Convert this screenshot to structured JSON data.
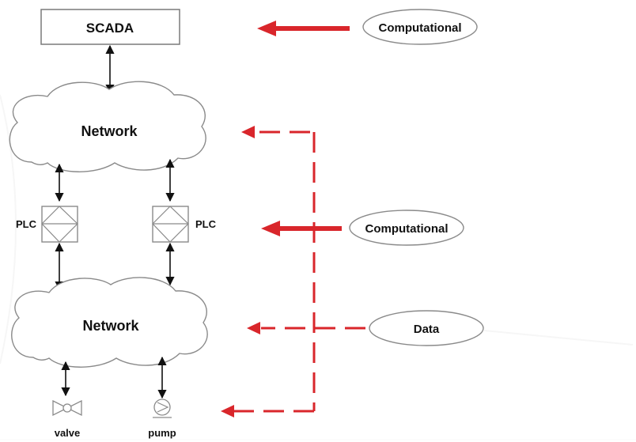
{
  "scada": {
    "label": "SCADA"
  },
  "networks": {
    "top_label": "Network",
    "bottom_label": "Network"
  },
  "plcs": {
    "left_label": "PLC",
    "right_label": "PLC"
  },
  "devices": {
    "valve_label": "valve",
    "pump_label": "pump"
  },
  "annotations": {
    "top_label": "Computational",
    "middle_label": "Computational",
    "data_label": "Data"
  },
  "colors": {
    "accent_red": "#d9262b",
    "line": "#111111",
    "outline": "#8a8a8a",
    "background": "#ffffff"
  }
}
